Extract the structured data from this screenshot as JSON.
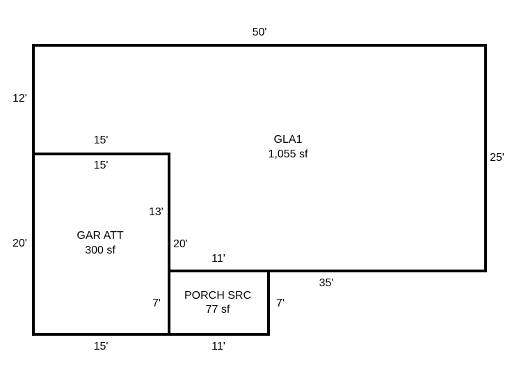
{
  "colors": {
    "line": "#000000",
    "background": "#ffffff"
  },
  "areas": {
    "gla1": {
      "name": "GLA1",
      "size": "1,055 sf"
    },
    "garage": {
      "name": "GAR ATT",
      "size": "300 sf"
    },
    "porch": {
      "name": "PORCH SRC",
      "size": "77 sf"
    }
  },
  "dimensions": {
    "gla_top": "50'",
    "gla_left": "12'",
    "gla_right": "25'",
    "gla_inner_top": "15'",
    "gla_bottom": "35'",
    "gla_inner_step": "20'",
    "gar_top": "15'",
    "gar_left": "20'",
    "gar_right": "13'",
    "gar_right_lower": "7'",
    "gar_bottom": "15'",
    "porch_top": "11'",
    "porch_right": "7'",
    "porch_bottom": "11'"
  }
}
